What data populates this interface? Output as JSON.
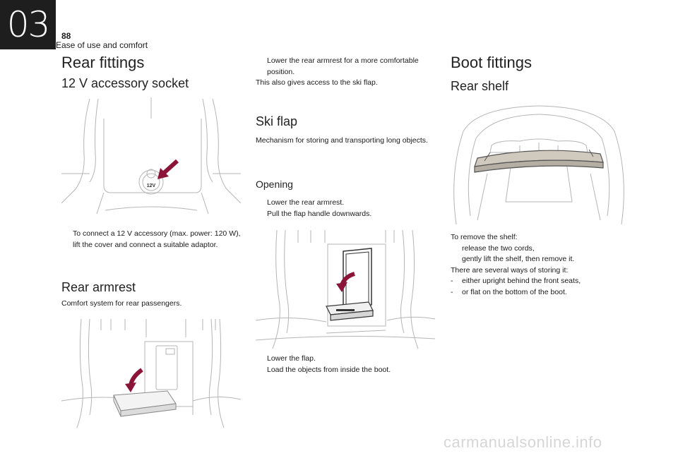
{
  "header": {
    "chapter_number": "03",
    "page_number": "88",
    "chapter_title": "Ease of use and comfort"
  },
  "col1": {
    "title": "Rear fittings",
    "socket": {
      "title": "12 V accessory socket",
      "socket_label": "12V",
      "bullet": "To connect a 12 V accessory (max. power: 120 W), lift the cover and connect a suitable adaptor."
    },
    "armrest": {
      "title": "Rear armrest",
      "text": "Comfort system for rear passengers."
    }
  },
  "col2": {
    "armrest_bullet": "Lower the rear armrest for a more comfortable position.",
    "armrest_note": "This also gives access to the ski flap.",
    "ski": {
      "title": "Ski flap",
      "text": "Mechanism for storing and transporting long objects.",
      "opening_title": "Opening",
      "opening_bullets": [
        "Lower the rear armrest.",
        "Pull the flap handle downwards."
      ],
      "after_bullets": [
        "Lower the flap.",
        "Load the objects from inside the boot."
      ]
    }
  },
  "col3": {
    "title": "Boot fittings",
    "shelf_title": "Rear shelf",
    "remove_intro": "To remove the shelf:",
    "remove_bullets": [
      "release the two cords,",
      "gently lift the shelf, then remove it."
    ],
    "storing_intro": "There are several ways of storing it:",
    "storing_items": [
      "either upright behind the front seats,",
      "or flat on the bottom of the boot."
    ]
  },
  "watermark": "carmanualsonline.info",
  "colors": {
    "arrow": "#8b1538",
    "tab": "#1e1e1e",
    "line": "#b5b5b5"
  },
  "bullet_glyph": "",
  "dash_glyph": "-"
}
